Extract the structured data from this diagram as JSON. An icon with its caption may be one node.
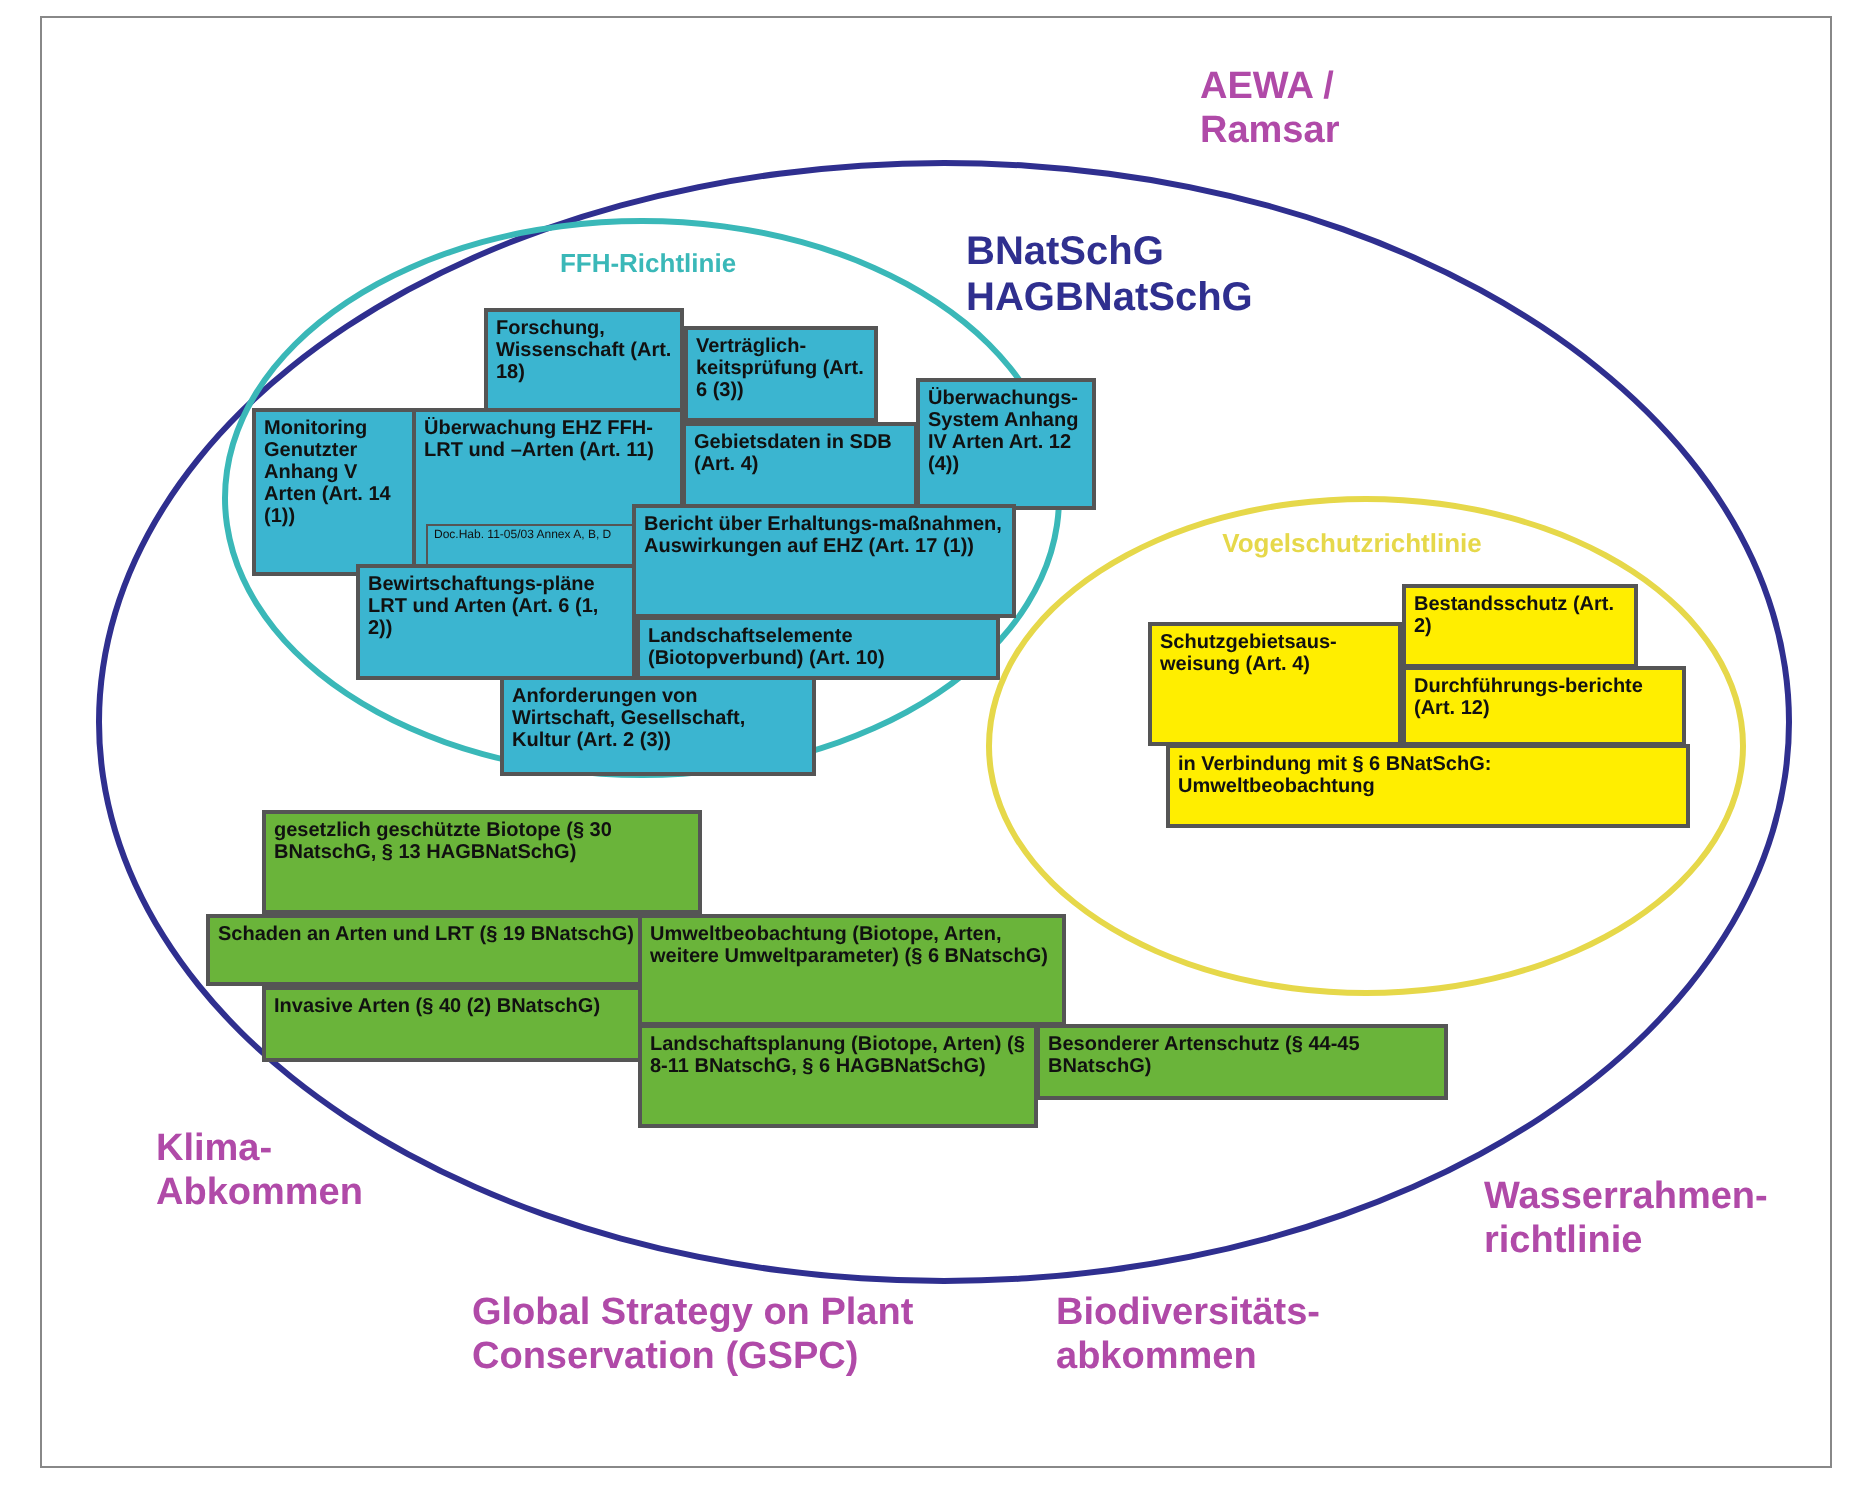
{
  "diagram": {
    "nodes": [
      {
        "text": [
          "BNatSchG HAGBNatSchG"
        ]
      },
      {
        "text": [
          "FFH-Richtlinie"
        ],
        "in": 0
      },
      {
        "text": [
          "Forschung, Wissenschaft (Art. 18)"
        ],
        "in": 1
      },
      {
        "text": [
          "Verträglich-keitsprüfung (Art. 6 (3))"
        ],
        "in": 1
      },
      {
        "text": [
          "Monitoring Genutzter Anhang V Arten (Art. 14 (1))"
        ],
        "in": 1
      },
      {
        "text": [
          "Überwachung EHZ FFH-LRT und –Arten (Art. 11)"
        ],
        "in": 1
      },
      {
        "text": [
          "Doc.Hab. 11-05/03 Annex A, B, D"
        ],
        "in": 5
      },
      {
        "text": [
          "Gebietsdaten in SDB (Art. 4)"
        ],
        "in": 1
      },
      {
        "text": [
          "Überwachungs-System Anhang IV Arten Art. 12 (4))"
        ],
        "in": 1
      },
      {
        "text": [
          "Bericht über Erhaltungs-maßnahmen, Auswirkungen auf EHZ (Art. 17 (1))"
        ],
        "in": 1
      },
      {
        "text": [
          "Bewirtschaftungs-pläne LRT und Arten (Art. 6 (1, 2))"
        ],
        "in": 1
      },
      {
        "text": [
          "Landschaftselemente (Biotopverbund) (Art. 10)"
        ],
        "in": 1
      },
      {
        "text": [
          "Anforderungen von Wirtschaft, Gesellschaft, Kultur (Art. 2 (3))"
        ],
        "in": 1
      },
      {
        "text": [
          "Vogelschutzrichtlinie"
        ],
        "in": 0
      },
      {
        "text": [
          "Schutzgebietsaus-weisung (Art. 4)"
        ],
        "in": 13
      },
      {
        "text": [
          "Bestandsschutz (Art. 2)"
        ],
        "in": 13
      },
      {
        "text": [
          "Durchführungs-berichte (Art. 12)"
        ],
        "in": 13
      },
      {
        "text": [
          "in Verbindung mit § 6 BNatSchG: Umweltbeobachtung"
        ],
        "in": 13
      },
      {
        "text": [
          "gesetzlich geschützte Biotope (§ 30 BNatschG, § 13 HAGBNatSchG)"
        ],
        "in": 0
      },
      {
        "text": [
          "Schaden an Arten und LRT (§ 19 BNatschG)"
        ],
        "in": 0
      },
      {
        "text": [
          "Umweltbeobachtung (Biotope, Arten, weitere Umweltparameter) (§ 6 BNatschG)"
        ],
        "in": 0
      },
      {
        "text": [
          "Invasive Arten (§ 40 (2) BNatschG)"
        ],
        "in": 0
      },
      {
        "text": [
          "Landschaftsplanung (Biotope, Arten) (§ 8-11 BNatschG, § 6 HAGBNatSchG)"
        ],
        "in": 0
      },
      {
        "text": [
          "Besonderer Artenschutz (§ 44-45 BNatschG)"
        ],
        "in": 0
      }
    ],
    "labels": [
      "AEWA / Ramsar",
      "Klima-Abkommen",
      "Wasserrahmen-richtlinie",
      "Global Strategy on Plant Conservation (GSPC)",
      "Biodiversitäts-abkommen"
    ]
  }
}
